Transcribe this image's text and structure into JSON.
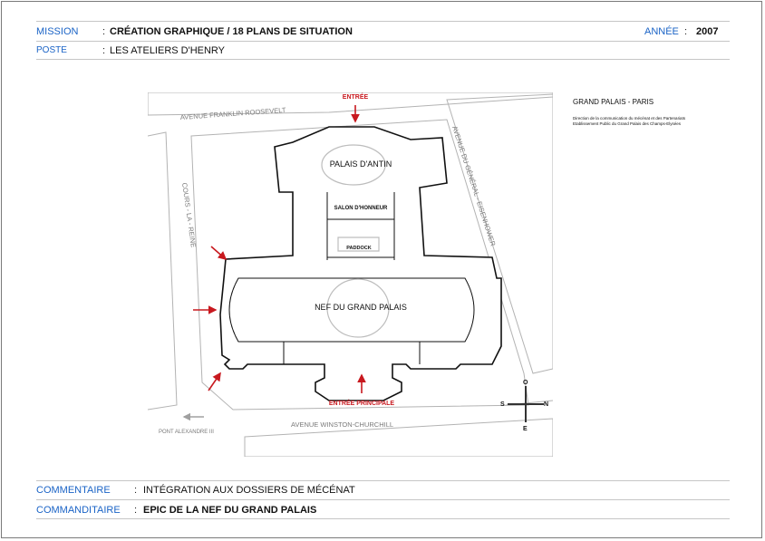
{
  "header": {
    "mission_label": "MISSION",
    "mission_value": "CRÉATION GRAPHIQUE / 18 PLANS DE SITUATION",
    "annee_label": "ANNÉE",
    "annee_value": "2007",
    "poste_label": "POSTE",
    "poste_value": "LES ATELIERS D'HENRY"
  },
  "plan": {
    "streets": {
      "north": "AVENUE FRANKLIN ROOSEVELT",
      "east": "AVENUE DU GÉNÉRAL - EISENHOWER",
      "west": "COURS - LA - REINE",
      "south": "AVENUE WINSTON-CHURCHILL",
      "pont": "PONT ALEXANDRE III"
    },
    "labels": {
      "entree": "ENTRÉE",
      "palais_dantin": "PALAIS D'ANTIN",
      "salon": "SALON D'HONNEUR",
      "paddock": "PADDOCK",
      "nef": "NEF DU GRAND PALAIS",
      "entree_principale": "ENTRÉE PRINCIPALE"
    },
    "compass": {
      "n": "O",
      "e": "N",
      "s": "E",
      "w": "S"
    },
    "colors": {
      "arrow": "#c8191f",
      "street_outline": "#b3b3b3",
      "building_outline": "#111111"
    }
  },
  "side": {
    "title": "GRAND PALAIS - PARIS",
    "line1": "Direction de la communication du mécénat et des Partenariats",
    "line2": "Etablissement Public du Grand Palais des Champs-Elysées"
  },
  "footer": {
    "commentaire_label": "COMMENTAIRE",
    "commentaire_value": "INTÉGRATION AUX DOSSIERS DE MÉCÉNAT",
    "commanditaire_label": "COMMANDITAIRE",
    "commanditaire_value": "EPIC DE LA NEF DU GRAND PALAIS"
  }
}
